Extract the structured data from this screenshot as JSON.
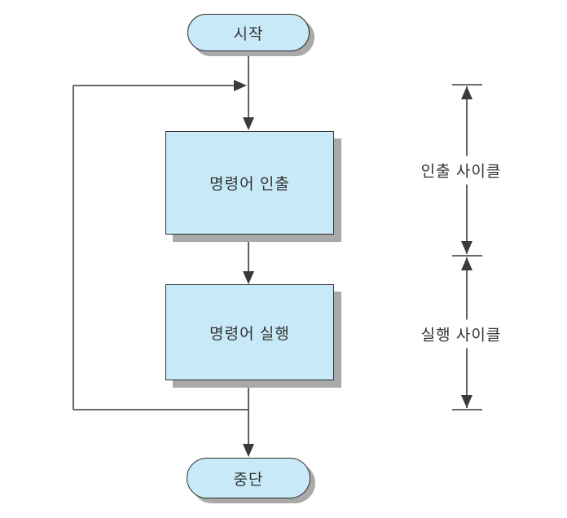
{
  "nodes": {
    "start": {
      "label": "시작",
      "type": "terminator"
    },
    "fetch": {
      "label": "명령어 인출",
      "type": "process"
    },
    "execute": {
      "label": "명령어 실행",
      "type": "process"
    },
    "halt": {
      "label": "중단",
      "type": "terminator"
    }
  },
  "annotations": {
    "fetch_cycle": {
      "label": "인출 사이클"
    },
    "execute_cycle": {
      "label": "실행 사이클"
    }
  },
  "colors": {
    "node_fill": "#c8e9f7",
    "node_border": "#2f2f2f",
    "shadow": "#a9a9a9",
    "line": "#3a3a3a",
    "background": "#ffffff",
    "text": "#333333"
  }
}
